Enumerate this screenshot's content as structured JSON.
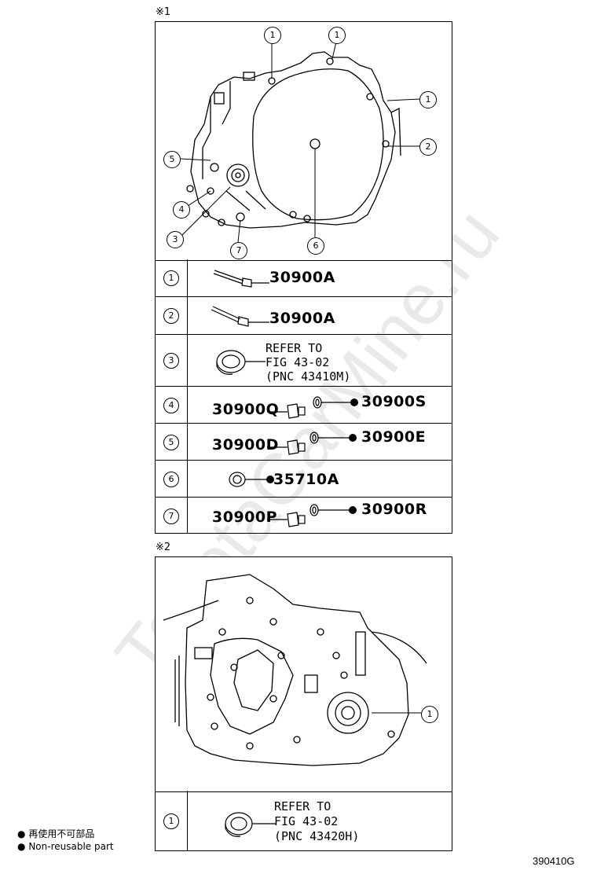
{
  "figure_code": "390410G",
  "watermark": "ToyotaCarMine.ru",
  "section1": {
    "marker": "※1",
    "callouts": [
      "1",
      "1",
      "1",
      "2",
      "5",
      "4",
      "3",
      "7",
      "6"
    ],
    "rows": [
      {
        "num": "1",
        "left": "",
        "right": "30900A",
        "dot": false
      },
      {
        "num": "2",
        "left": "",
        "right": "30900A",
        "dot": false
      },
      {
        "num": "3",
        "refer": [
          "REFER TO",
          "FIG 43-02",
          "(PNC 43410M)"
        ]
      },
      {
        "num": "4",
        "left": "30900Q",
        "right": "30900S",
        "dot": true
      },
      {
        "num": "5",
        "left": "30900D",
        "right": "30900E",
        "dot": true
      },
      {
        "num": "6",
        "left": "",
        "right": "35710A",
        "dot": true
      },
      {
        "num": "7",
        "left": "30900P",
        "right": "30900R",
        "dot": true
      }
    ]
  },
  "section2": {
    "marker": "※2",
    "callouts": [
      "1"
    ],
    "rows": [
      {
        "num": "1",
        "refer": [
          "REFER TO",
          "FIG 43-02",
          "(PNC 43420H)"
        ]
      }
    ]
  },
  "legend": {
    "dot_symbol": "●",
    "japanese": "再使用不可部品",
    "english": "Non-reusable part"
  }
}
